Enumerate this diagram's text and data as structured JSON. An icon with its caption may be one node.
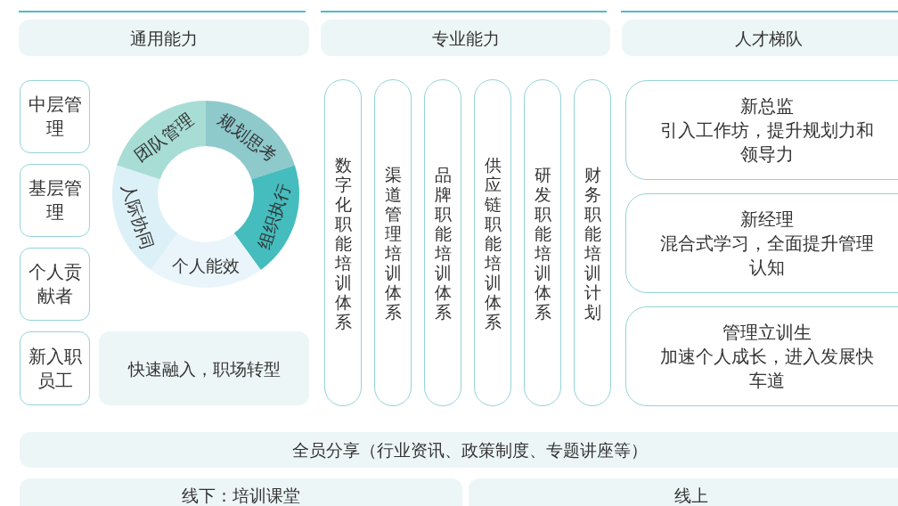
{
  "diagram": {
    "nodes": [
      {
        "text": [
          "通用能力"
        ]
      },
      {
        "text": [
          "专业能力"
        ]
      },
      {
        "text": [
          "人才梯队"
        ]
      },
      {
        "text": [
          "中层管理"
        ]
      },
      {
        "text": [
          "基层管理"
        ]
      },
      {
        "text": [
          "个人贡献者"
        ]
      },
      {
        "text": [
          "新入职员工"
        ]
      },
      {
        "text": [
          "规划思考"
        ]
      },
      {
        "text": [
          "组织执行"
        ]
      },
      {
        "text": [
          "个人能效"
        ]
      },
      {
        "text": [
          "人际协同"
        ]
      },
      {
        "text": [
          "团队管理"
        ]
      },
      {
        "text": [
          "快速融入，职场转型"
        ]
      },
      {
        "text": [
          "数字化职能培训体系"
        ]
      },
      {
        "text": [
          "渠道管理培训体系"
        ]
      },
      {
        "text": [
          "品牌职能培训体系"
        ]
      },
      {
        "text": [
          "供应链职能培训体系"
        ]
      },
      {
        "text": [
          "研发职能培训体系"
        ]
      },
      {
        "text": [
          "财务职能培训计划"
        ]
      },
      {
        "text": [
          "新总监",
          "引入工作坊，提升规划力和领导力"
        ]
      },
      {
        "text": [
          "新经理",
          "混合式学习，全面提升管理认知"
        ]
      },
      {
        "text": [
          "管理立训生",
          "加速个人成长，进入发展快车道"
        ]
      },
      {
        "text": [
          "全员分享（行业资讯、政策制度、专题讲座等）"
        ]
      },
      {
        "text": [
          "线下：培训课堂"
        ]
      },
      {
        "text": [
          "线上"
        ]
      }
    ]
  }
}
